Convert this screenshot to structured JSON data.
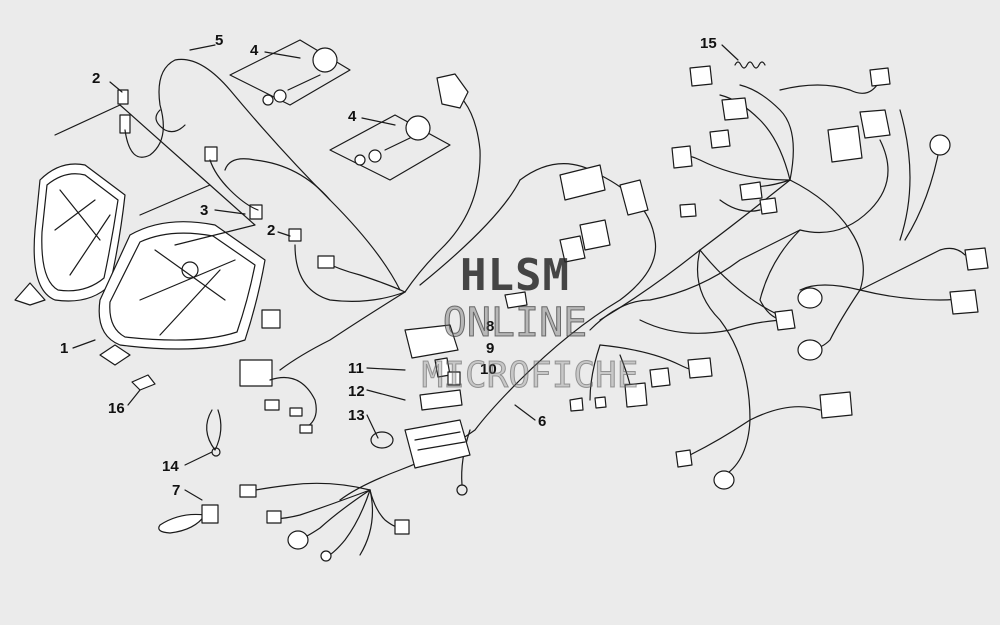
{
  "watermark": {
    "line1": "HLSM",
    "line2": "ONLINE",
    "line3": "MICROFICHE"
  },
  "callouts": {
    "c1": "1",
    "c2a": "2",
    "c2b": "2",
    "c3": "3",
    "c4a": "4",
    "c4b": "4",
    "c5": "5",
    "c6": "6",
    "c7": "7",
    "c8": "8",
    "c9": "9",
    "c10": "10",
    "c11": "11",
    "c12": "12",
    "c13": "13",
    "c14": "14",
    "c15": "15",
    "c16": "16"
  },
  "colors": {
    "background": "#ebebeb",
    "line": "#1a1a1a",
    "fill": "#ffffff"
  }
}
